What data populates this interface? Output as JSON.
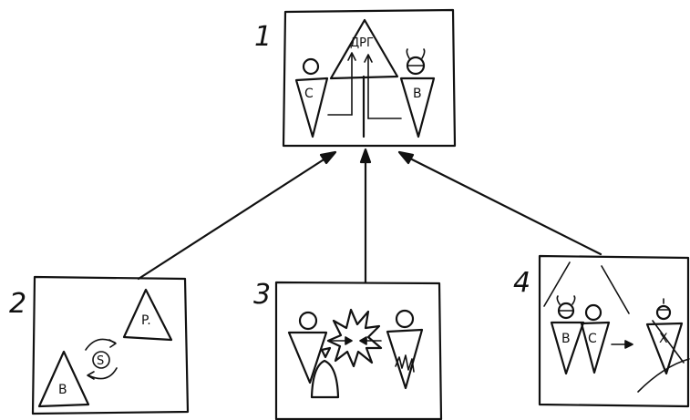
{
  "panels": {
    "panel1": {
      "number": "1",
      "center_label": "ДРГ",
      "left_label": "C",
      "right_label": "B"
    },
    "panel2": {
      "number": "2",
      "top_label": "P.",
      "bottom_label": "B",
      "center_label": "S"
    },
    "panel3": {
      "number": "3"
    },
    "panel4": {
      "number": "4",
      "left_label": "B",
      "middle_label": "C",
      "right_label": "X"
    }
  },
  "colors": {
    "ink": "#111111",
    "paper": "#ffffff"
  }
}
